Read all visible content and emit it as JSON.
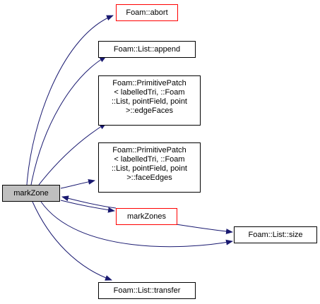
{
  "nodes": {
    "markZone": "markZone",
    "abort": "Foam::abort",
    "append": "Foam::List::append",
    "edgeFaces": "Foam::PrimitivePatch\n< labelledTri, ::Foam\n::List, pointField, point\n>::edgeFaces",
    "faceEdges": "Foam::PrimitivePatch\n< labelledTri, ::Foam\n::List, pointField, point\n>::faceEdges",
    "markZones": "markZones",
    "size": "Foam::List::size",
    "transfer": "Foam::List::transfer"
  },
  "colors": {
    "edge": "#191970",
    "focus_fill": "#bfbfbf",
    "box_border": "#000000",
    "highlight_border": "#ff0000"
  }
}
